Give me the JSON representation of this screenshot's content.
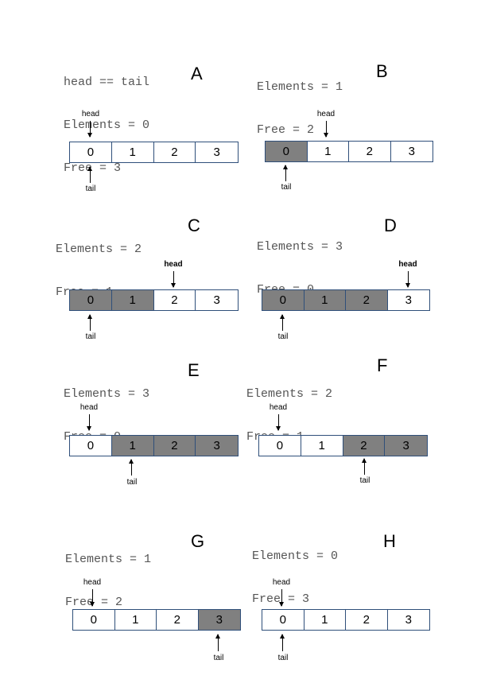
{
  "panels": [
    {
      "letter": "A",
      "lines": [
        "head == tail",
        "Elements = 0",
        "Free = 3"
      ],
      "cells": [
        "0",
        "1",
        "2",
        "3"
      ],
      "filled": [
        false,
        false,
        false,
        false
      ],
      "head_label": "head",
      "tail_label": "tail"
    },
    {
      "letter": "B",
      "lines": [
        "Elements = 1",
        "Free = 2"
      ],
      "cells": [
        "0",
        "1",
        "2",
        "3"
      ],
      "filled": [
        true,
        false,
        false,
        false
      ],
      "head_label": "head",
      "tail_label": "tail"
    },
    {
      "letter": "C",
      "lines": [
        "Elements = 2",
        "Free = 1"
      ],
      "cells": [
        "0",
        "1",
        "2",
        "3"
      ],
      "filled": [
        true,
        true,
        false,
        false
      ],
      "head_label": "head",
      "tail_label": "tail"
    },
    {
      "letter": "D",
      "lines": [
        "Elements = 3",
        "Free = 0"
      ],
      "cells": [
        "0",
        "1",
        "2",
        "3"
      ],
      "filled": [
        true,
        true,
        true,
        false
      ],
      "head_label": "head",
      "tail_label": "tail"
    },
    {
      "letter": "E",
      "lines": [
        "Elements = 3",
        "Free = 0"
      ],
      "cells": [
        "0",
        "1",
        "2",
        "3"
      ],
      "filled": [
        false,
        true,
        true,
        true
      ],
      "head_label": "head",
      "tail_label": "tail"
    },
    {
      "letter": "F",
      "lines": [
        "Elements = 2",
        "Free = 1"
      ],
      "cells": [
        "0",
        "1",
        "2",
        "3"
      ],
      "filled": [
        false,
        false,
        true,
        true
      ],
      "head_label": "head",
      "tail_label": "tail"
    },
    {
      "letter": "G",
      "lines": [
        "Elements = 1",
        "Free = 2"
      ],
      "cells": [
        "0",
        "1",
        "2",
        "3"
      ],
      "filled": [
        false,
        false,
        false,
        true
      ],
      "head_label": "head",
      "tail_label": "tail"
    },
    {
      "letter": "H",
      "lines": [
        "Elements = 0",
        "Free = 3"
      ],
      "cells": [
        "0",
        "1",
        "2",
        "3"
      ],
      "filled": [
        false,
        false,
        false,
        false
      ],
      "head_label": "head",
      "tail_label": "tail"
    }
  ],
  "colors": {
    "filled": "#808080",
    "border": "#2f4f7a",
    "mono_text": "#555555"
  }
}
